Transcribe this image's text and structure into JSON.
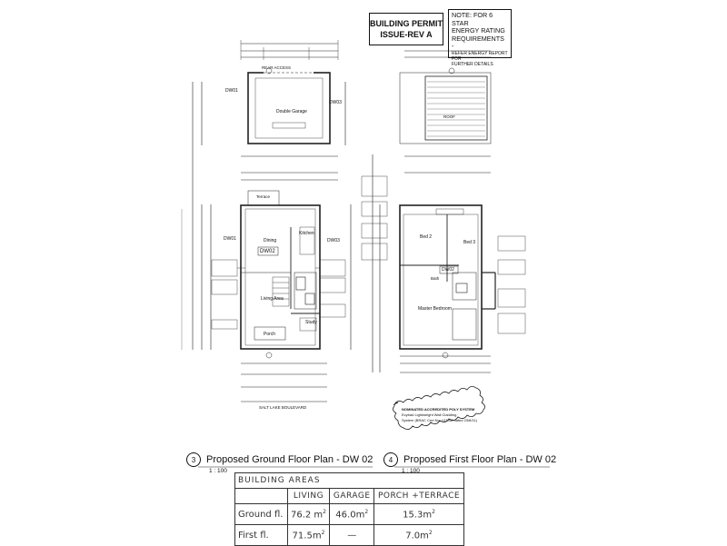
{
  "permit_stamp": {
    "line1": "BUILDING PERMIT",
    "line2": "ISSUE-REV A"
  },
  "note_box": {
    "line1": "NOTE: FOR 6 STAR",
    "line2": "ENERGY RATING",
    "line3": "REQUIREMENTS  -",
    "line4": "REFER ENERGY REPORT FOR",
    "line5": "FURTHER DETAILS"
  },
  "ground_plan": {
    "rear_access": "REAR ACCESS",
    "garage_label": "Double Garage",
    "dw01": "DW01",
    "dw03": "DW03",
    "dw02": "DW02",
    "terrace": "Terrace",
    "dining": "Dining",
    "kitchen": "Kitchen",
    "living": "Living Area",
    "study": "Study",
    "porch": "Porch",
    "street": "SALT LAKE BOULEVARD"
  },
  "first_plan": {
    "bed2": "Bed 2",
    "bed3": "Bed 3",
    "bath": "Bath",
    "dw02": "DW02",
    "master": "Master Bedroom",
    "roof": "ROOF",
    "cloud_line1": "NOMINATED ACCREDITED POLY SYSTEM",
    "cloud_line2": "Ecybad Lightweight Wall Cladding",
    "cloud_line3": "System (BRAC Cert No. V11/08 dated 23/8/11)"
  },
  "titles": {
    "ground_num": "3",
    "ground_title": "Proposed Ground Floor Plan - DW 02",
    "ground_scale": "1 : 100",
    "first_num": "4",
    "first_title": "Proposed First Floor Plan - DW 02",
    "first_scale": "1 : 100"
  },
  "areas_table": {
    "heading": "BUILDING AREAS",
    "col_living": "LIVING",
    "col_garage": "GARAGE",
    "col_porch": "PORCH +TERRACE",
    "rows": [
      {
        "label": "Ground fl.",
        "living": "76.2 m",
        "garage": "46.0m",
        "porch": "15.3m"
      },
      {
        "label": "First fl.",
        "living": "71.5m",
        "garage": "—",
        "porch": "7.0m"
      }
    ],
    "sq": "2"
  }
}
